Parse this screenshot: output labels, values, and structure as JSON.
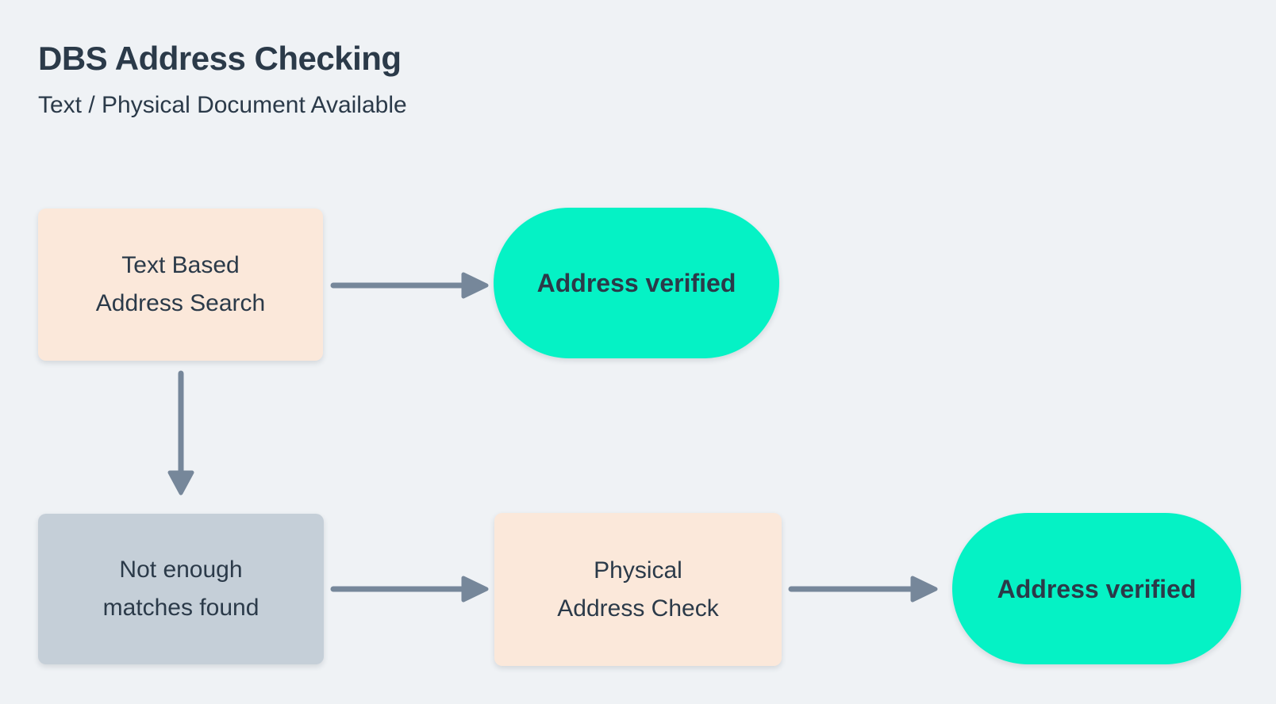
{
  "header": {
    "title": "DBS Address Checking",
    "subtitle": "Text / Physical Document Available"
  },
  "colors": {
    "background": "#eff2f5",
    "process_node_fill": "#fbe8da",
    "status_node_fill": "#c5cfd8",
    "terminal_node_fill": "#05f2c5",
    "text": "#2b3a49",
    "arrow": "#76879a"
  },
  "flowchart": {
    "nodes": [
      {
        "id": "text-based-address-search",
        "type": "process",
        "lines": [
          "Text Based",
          "Address Search"
        ]
      },
      {
        "id": "address-verified-top",
        "type": "terminal",
        "lines": [
          "Address verified"
        ]
      },
      {
        "id": "not-enough-matches-found",
        "type": "status",
        "lines": [
          "Not enough",
          "matches found"
        ]
      },
      {
        "id": "physical-address-check",
        "type": "process",
        "lines": [
          "Physical",
          "Address Check"
        ]
      },
      {
        "id": "address-verified-bottom",
        "type": "terminal",
        "lines": [
          "Address verified"
        ]
      }
    ],
    "edges": [
      {
        "from": "text-based-address-search",
        "to": "address-verified-top",
        "direction": "right"
      },
      {
        "from": "text-based-address-search",
        "to": "not-enough-matches-found",
        "direction": "down"
      },
      {
        "from": "not-enough-matches-found",
        "to": "physical-address-check",
        "direction": "right"
      },
      {
        "from": "physical-address-check",
        "to": "address-verified-bottom",
        "direction": "right"
      }
    ]
  }
}
